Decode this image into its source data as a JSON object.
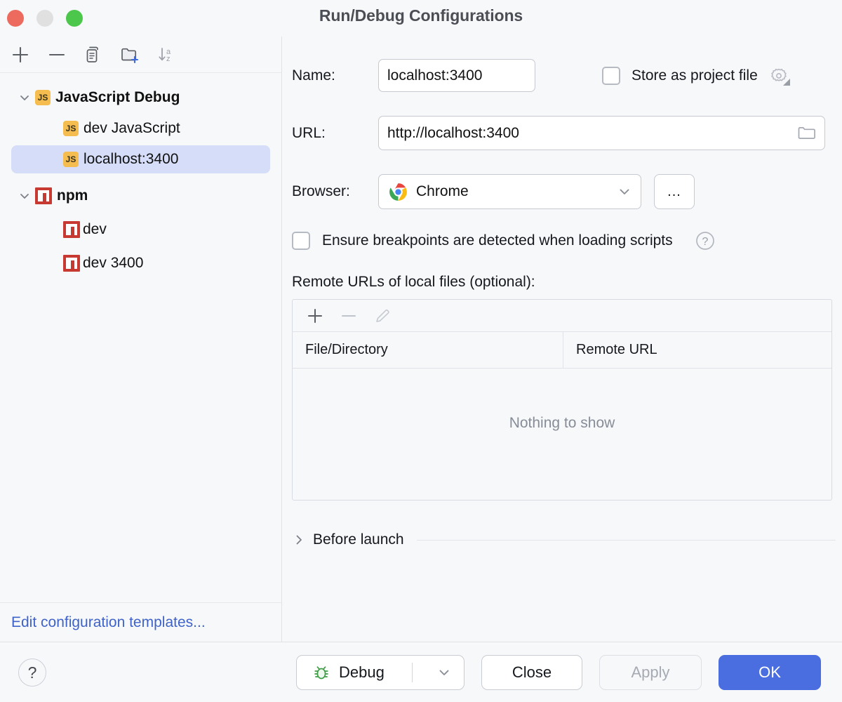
{
  "window": {
    "title": "Run/Debug Configurations",
    "traffic_lights": [
      "close",
      "minimize",
      "zoom"
    ]
  },
  "left_panel": {
    "toolbar": [
      {
        "name": "add-configuration-button",
        "icon": "plus-icon"
      },
      {
        "name": "remove-configuration-button",
        "icon": "minus-icon"
      },
      {
        "name": "copy-configuration-button",
        "icon": "copy-icon"
      },
      {
        "name": "new-folder-button",
        "icon": "folder-plus-icon"
      },
      {
        "name": "sort-configurations-button",
        "icon": "sort-az-icon"
      }
    ],
    "tree": [
      {
        "label": "JavaScript Debug",
        "icon": "js-icon",
        "type": "group",
        "expanded": true,
        "selected": false
      },
      {
        "label": "dev JavaScript",
        "icon": "js-icon",
        "type": "child",
        "selected": false
      },
      {
        "label": "localhost:3400",
        "icon": "js-icon",
        "type": "child",
        "selected": true
      },
      {
        "label": "npm",
        "icon": "npm-icon",
        "type": "group",
        "expanded": true,
        "selected": false
      },
      {
        "label": "dev",
        "icon": "npm-icon",
        "type": "child",
        "selected": false
      },
      {
        "label": "dev 3400",
        "icon": "npm-icon",
        "type": "child",
        "selected": false
      }
    ],
    "edit_templates_link": "Edit configuration templates..."
  },
  "form": {
    "name_label": "Name:",
    "name_value": "localhost:3400",
    "store_as_project_file_label": "Store as project file",
    "store_as_project_file_checked": false,
    "url_label": "URL:",
    "url_value": "http://localhost:3400",
    "browser_label": "Browser:",
    "browser_value": "Chrome",
    "browser_more_label": "...",
    "ensure_breakpoints_label": "Ensure breakpoints are detected when loading scripts",
    "ensure_breakpoints_checked": false,
    "remote_urls_label": "Remote URLs of local files (optional):",
    "table": {
      "toolbar": [
        {
          "name": "add-remote-url-button",
          "icon": "plus-icon",
          "enabled": true
        },
        {
          "name": "remove-remote-url-button",
          "icon": "minus-icon",
          "enabled": false
        },
        {
          "name": "edit-remote-url-button",
          "icon": "pencil-icon",
          "enabled": false
        }
      ],
      "columns": [
        "File/Directory",
        "Remote URL"
      ],
      "rows": [],
      "empty_text": "Nothing to show"
    },
    "before_launch_label": "Before launch",
    "before_launch_expanded": false
  },
  "footer": {
    "help_label": "?",
    "debug_label": "Debug",
    "close_label": "Close",
    "apply_label": "Apply",
    "apply_enabled": false,
    "ok_label": "OK"
  },
  "colors": {
    "accent": "#4a6ee0",
    "selection": "#d5ddf8",
    "link": "#3f63c8",
    "js_badge": "#f5bd4f",
    "npm_badge": "#c63a32",
    "traffic_red": "#ec6a5e",
    "traffic_yellow": "#e0e0e0",
    "traffic_green": "#4cc74c"
  }
}
